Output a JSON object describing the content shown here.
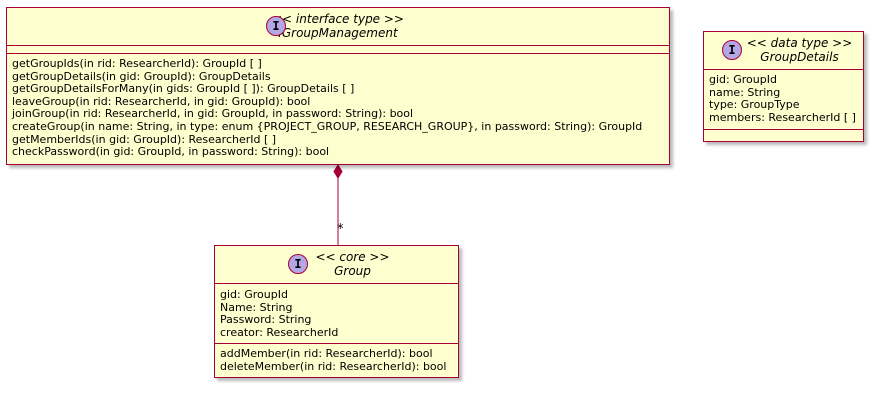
{
  "interface_box": {
    "badge": "I",
    "stereotype": "<< interface type >>",
    "name": "IGroupManagement",
    "methods": [
      "getGroupIds(in rid: ResearcherId): GroupId [ ]",
      "getGroupDetails(in gid: GroupId): GroupDetails",
      "getGroupDetailsForMany(in gids: GroupId [ ]): GroupDetails [ ]",
      "leaveGroup(in rid: ResearcherId, in gid: GroupId): bool",
      "joinGroup(in rid: ResearcherId, in gid: GroupId, in password: String): bool",
      "createGroup(in name: String, in type: enum {PROJECT_GROUP, RESEARCH_GROUP}, in password: String): GroupId",
      "getMemberIds(in gid: GroupId): ResearcherId [ ]",
      "checkPassword(in gid: GroupId, in password: String): bool"
    ]
  },
  "details_box": {
    "badge": "I",
    "stereotype": "<< data type >>",
    "name": "GroupDetails",
    "fields": [
      "gid: GroupId",
      "name: String",
      "type: GroupType",
      "members: ResearcherId [ ]"
    ]
  },
  "group_box": {
    "badge": "I",
    "stereotype": "<< core >>",
    "name": "Group",
    "fields": [
      "gid: GroupId",
      "Name: String",
      "Password: String",
      "creator: ResearcherId"
    ],
    "methods": [
      "addMember(in rid: ResearcherId): bool",
      "deleteMember(in rid: ResearcherId): bool"
    ]
  },
  "composition": {
    "multiplicity": "*"
  },
  "colors": {
    "fill": "#FEFECE",
    "border": "#A80036",
    "badge": "#B4A7E5"
  }
}
